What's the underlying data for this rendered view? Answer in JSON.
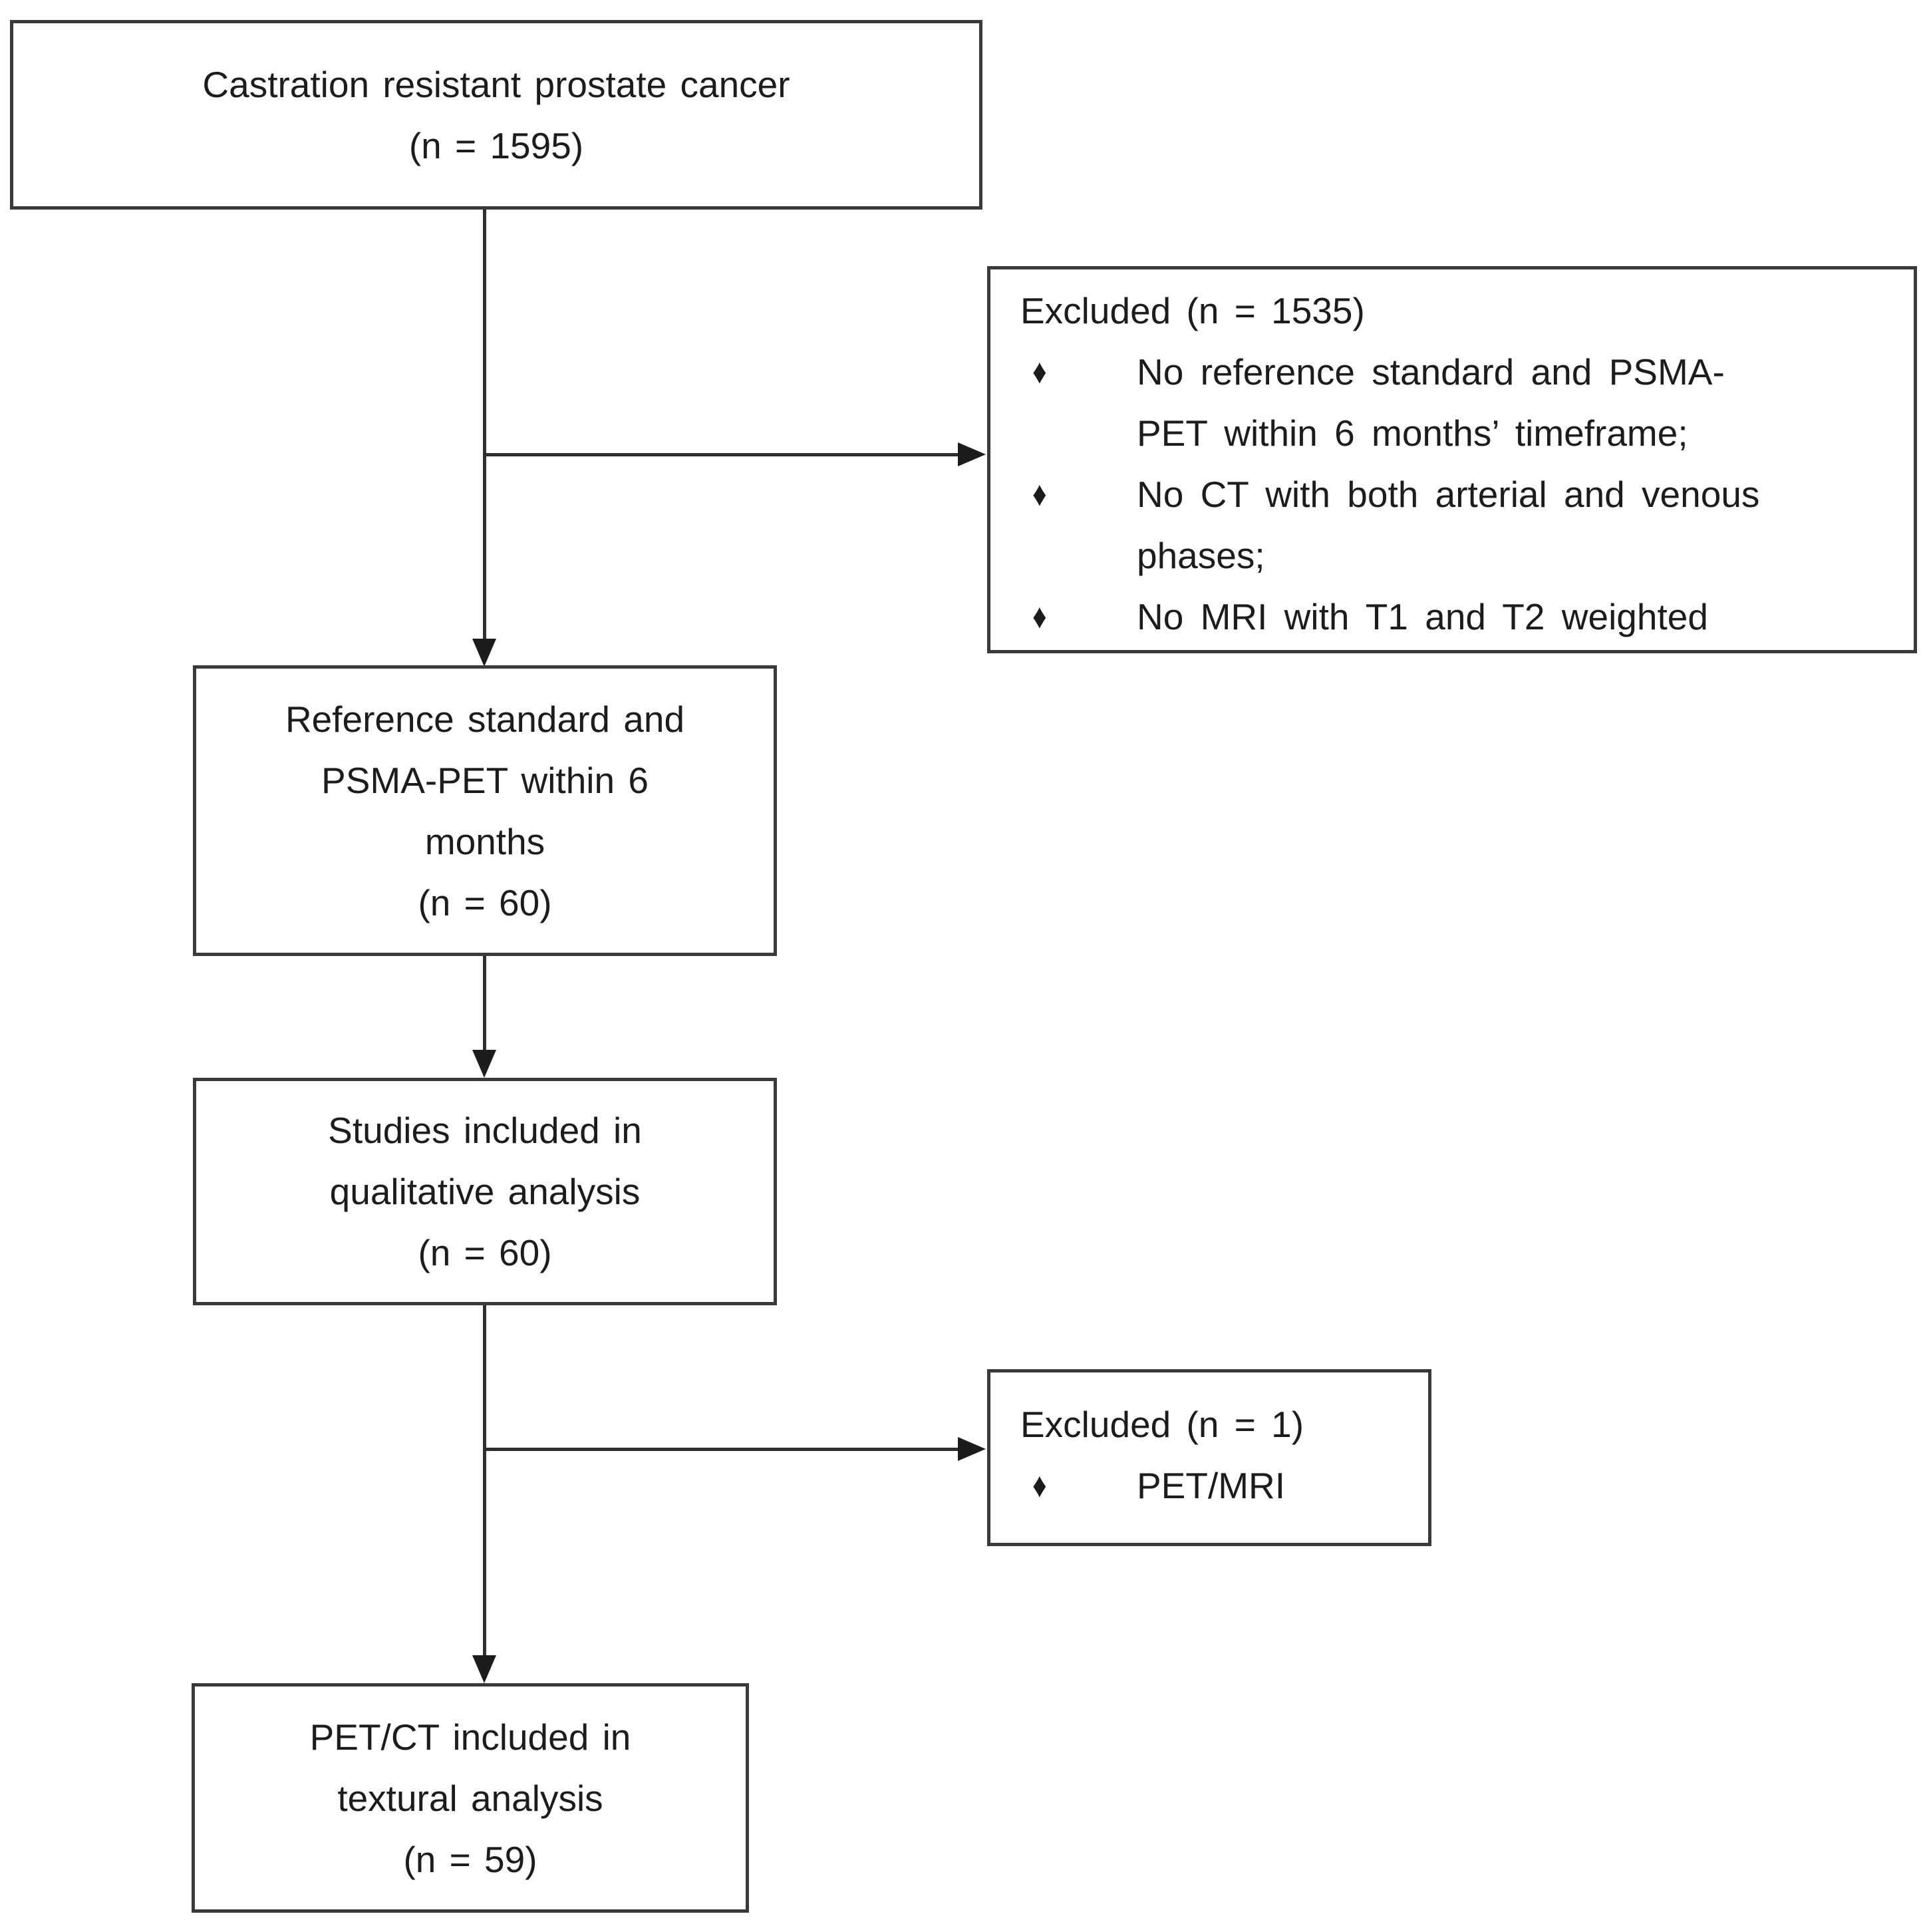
{
  "boxes": {
    "crpc": {
      "lines": [
        "Castration resistant prostate cancer",
        "(n = 1595)"
      ]
    },
    "excluded_initial": {
      "title": "Excluded (n = 1535)",
      "bullets": [
        {
          "lines": [
            "No reference standard and PSMA-",
            "PET within 6 months’ timeframe;"
          ]
        },
        {
          "lines": [
            "No CT with both arterial and venous",
            "phases;"
          ]
        },
        {
          "lines": [
            "No MRI with T1 and T2 weighted"
          ]
        }
      ]
    },
    "reference": {
      "lines": [
        "Reference standard and",
        "PSMA-PET within 6",
        "months",
        "(n = 60)"
      ]
    },
    "qualitative": {
      "lines": [
        "Studies included in",
        "qualitative analysis",
        "(n = 60)"
      ]
    },
    "excluded_petmri": {
      "title": "Excluded (n = 1)",
      "bullets": [
        {
          "lines": [
            "PET/MRI"
          ]
        }
      ]
    },
    "textural": {
      "lines": [
        "PET/CT included in",
        "textural analysis",
        "(n = 59)"
      ]
    }
  },
  "icons": {
    "bullet_glyph": "♦"
  },
  "colors": {
    "background": "#ffffff",
    "box_border": "#3a3a3a",
    "connector": "#2e2e2e",
    "text": "#1c1c1c"
  }
}
